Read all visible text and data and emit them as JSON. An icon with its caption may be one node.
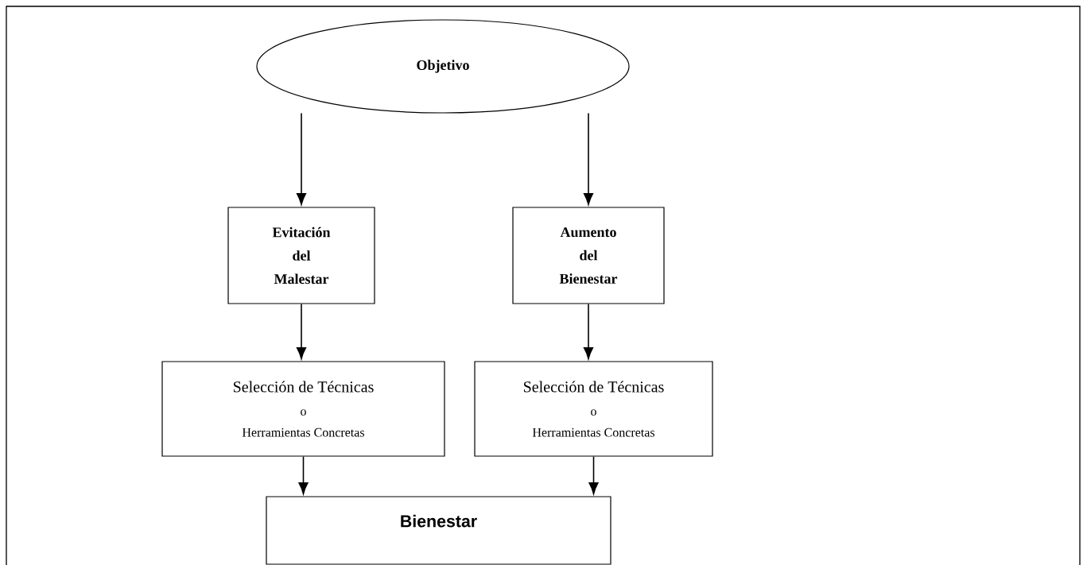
{
  "diagram": {
    "nodes": [
      {
        "text": [
          "Objetivo"
        ]
      },
      {
        "text": [
          "Evitación del Malestar"
        ]
      },
      {
        "text": [
          "Aumento del Bienestar"
        ]
      },
      {
        "text": [
          "Selección de Técnicas",
          "o",
          "Herramientas Concretas"
        ]
      },
      {
        "text": [
          "Selección de Técnicas",
          "o",
          "Herramientas Concretas"
        ]
      },
      {
        "text": [
          "Bienestar"
        ]
      }
    ],
    "edges": [
      {
        "from": 0,
        "to": 1,
        "arrow": "to"
      },
      {
        "from": 0,
        "to": 2,
        "arrow": "to"
      },
      {
        "from": 1,
        "to": 3,
        "arrow": "to"
      },
      {
        "from": 2,
        "to": 4,
        "arrow": "to"
      },
      {
        "from": 3,
        "to": 5,
        "arrow": "to"
      },
      {
        "from": 4,
        "to": 5,
        "arrow": "to"
      }
    ]
  }
}
